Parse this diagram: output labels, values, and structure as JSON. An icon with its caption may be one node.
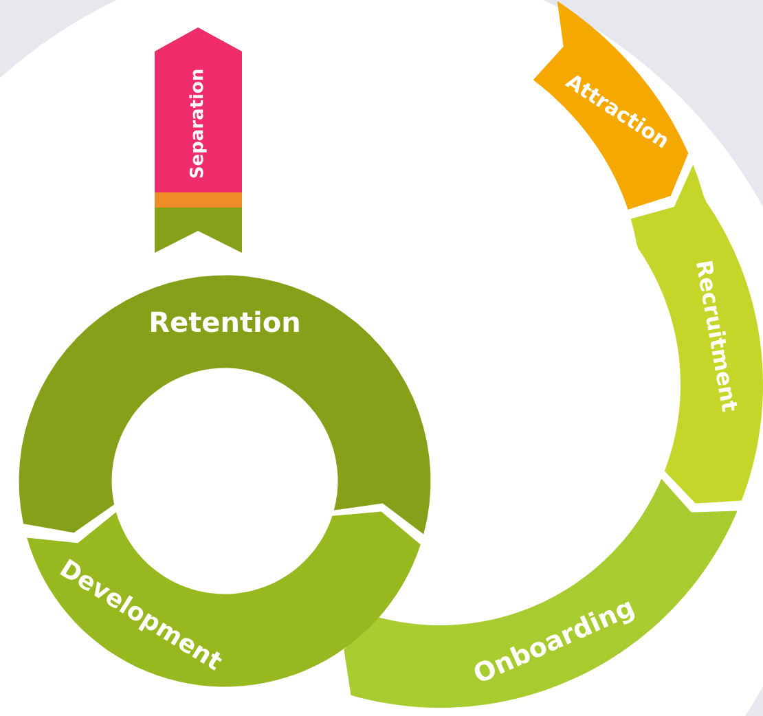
{
  "diagram": {
    "nodes": [
      {
        "text": [
          "Attraction"
        ]
      },
      {
        "text": [
          "Recruitment"
        ]
      },
      {
        "text": [
          "Onboarding"
        ]
      },
      {
        "text": [
          "Development"
        ]
      },
      {
        "text": [
          "Retention"
        ]
      },
      {
        "text": [
          "Separation"
        ]
      }
    ]
  }
}
